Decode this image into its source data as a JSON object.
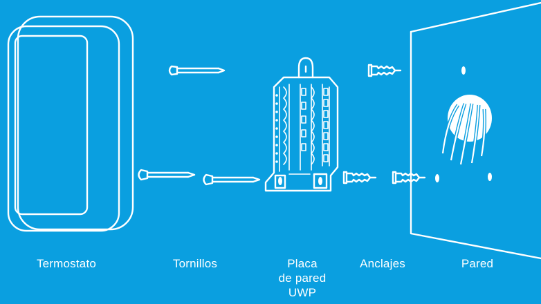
{
  "diagram": {
    "background_color": "#0a9fe0",
    "line_color": "#ffffff",
    "components": [
      {
        "id": "thermostat",
        "label": "Termostato"
      },
      {
        "id": "screws",
        "label": "Tornillos"
      },
      {
        "id": "wall_plate",
        "label_lines": [
          "Placa",
          "de pared",
          "UWP"
        ]
      },
      {
        "id": "anchors",
        "label": "Anclajes"
      },
      {
        "id": "wall",
        "label": "Pared"
      }
    ]
  }
}
